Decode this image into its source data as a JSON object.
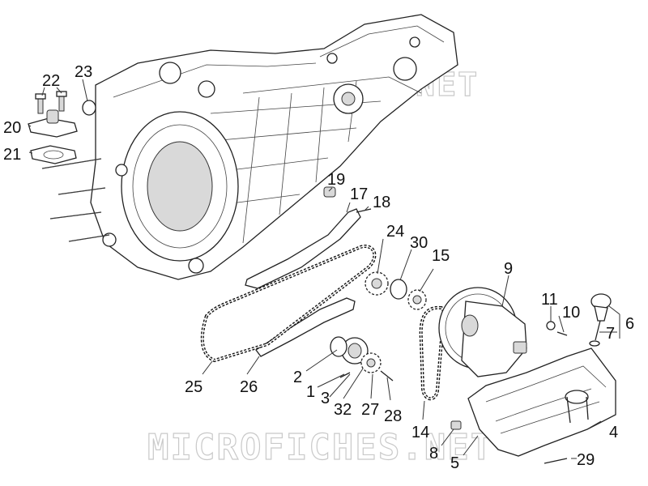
{
  "watermark": {
    "top": "MICROFICHES.NET",
    "bottom": "MICROFICHES.NET"
  },
  "callouts": [
    {
      "id": "c22",
      "label": "22"
    },
    {
      "id": "c23",
      "label": "23"
    },
    {
      "id": "c20",
      "label": "20"
    },
    {
      "id": "c21",
      "label": "21"
    },
    {
      "id": "c19",
      "label": "19"
    },
    {
      "id": "c17",
      "label": "17"
    },
    {
      "id": "c18",
      "label": "18"
    },
    {
      "id": "c24",
      "label": "24"
    },
    {
      "id": "c30",
      "label": "30"
    },
    {
      "id": "c15",
      "label": "15"
    },
    {
      "id": "c9",
      "label": "9"
    },
    {
      "id": "c11",
      "label": "11"
    },
    {
      "id": "c10",
      "label": "10"
    },
    {
      "id": "c6",
      "label": "6"
    },
    {
      "id": "c7",
      "label": "7"
    },
    {
      "id": "c25",
      "label": "25"
    },
    {
      "id": "c26",
      "label": "26"
    },
    {
      "id": "c2",
      "label": "2"
    },
    {
      "id": "c1",
      "label": "1"
    },
    {
      "id": "c3",
      "label": "3"
    },
    {
      "id": "c32",
      "label": "32"
    },
    {
      "id": "c27",
      "label": "27"
    },
    {
      "id": "c28",
      "label": "28"
    },
    {
      "id": "c14",
      "label": "14"
    },
    {
      "id": "c8",
      "label": "8"
    },
    {
      "id": "c5",
      "label": "5"
    },
    {
      "id": "c4",
      "label": "4"
    },
    {
      "id": "c29",
      "label": "29"
    }
  ]
}
